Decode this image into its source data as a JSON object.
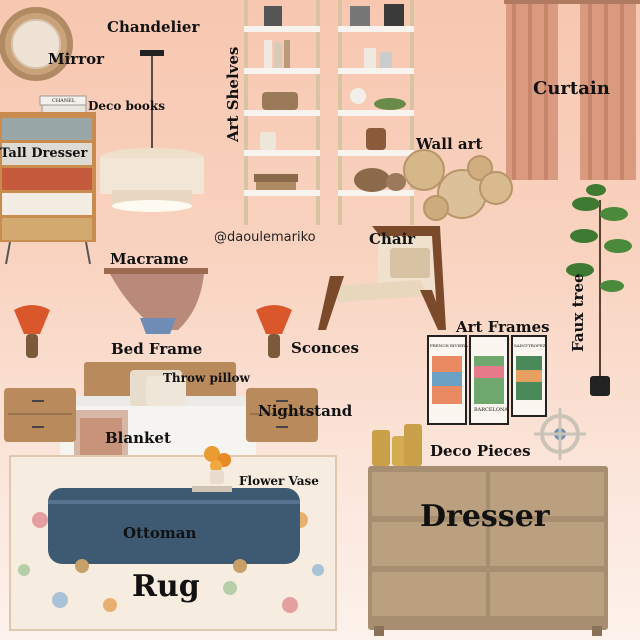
{
  "handle": "@daoulemariko",
  "labels": {
    "mirror": "Mirror",
    "chandelier": "Chandelier",
    "art_shelves": "Art Shelves",
    "deco_books": "Deco books",
    "tall_dresser": "Tall Dresser",
    "curtain": "Curtain",
    "wall_art": "Wall art",
    "chair": "Chair",
    "macrame": "Macrame",
    "faux_tree": "Faux tree",
    "art_frames": "Art Frames",
    "bed_frame": "Bed Frame",
    "sconces": "Sconces",
    "throw_pillow": "Throw pillow",
    "nightstand": "Nightstand",
    "blanket": "Blanket",
    "deco_pieces": "Deco Pieces",
    "flower_vase": "Flower Vase",
    "ottoman": "Ottoman",
    "dresser": "Dresser",
    "rug": "Rug"
  },
  "product_text": {
    "book_spine": "CHANEL",
    "poster_left": "FRENCH RIVIERA",
    "poster_middle": "BARCELONA",
    "poster_right": "SAINT-TROPEZ"
  },
  "colors": {
    "background_top": "#f7c7b0",
    "background_bottom": "#fdf2ec",
    "wood": "#b88a5c",
    "ottoman_blue": "#3e5a72",
    "curtain": "#d99a80",
    "label_text": "#111111"
  }
}
